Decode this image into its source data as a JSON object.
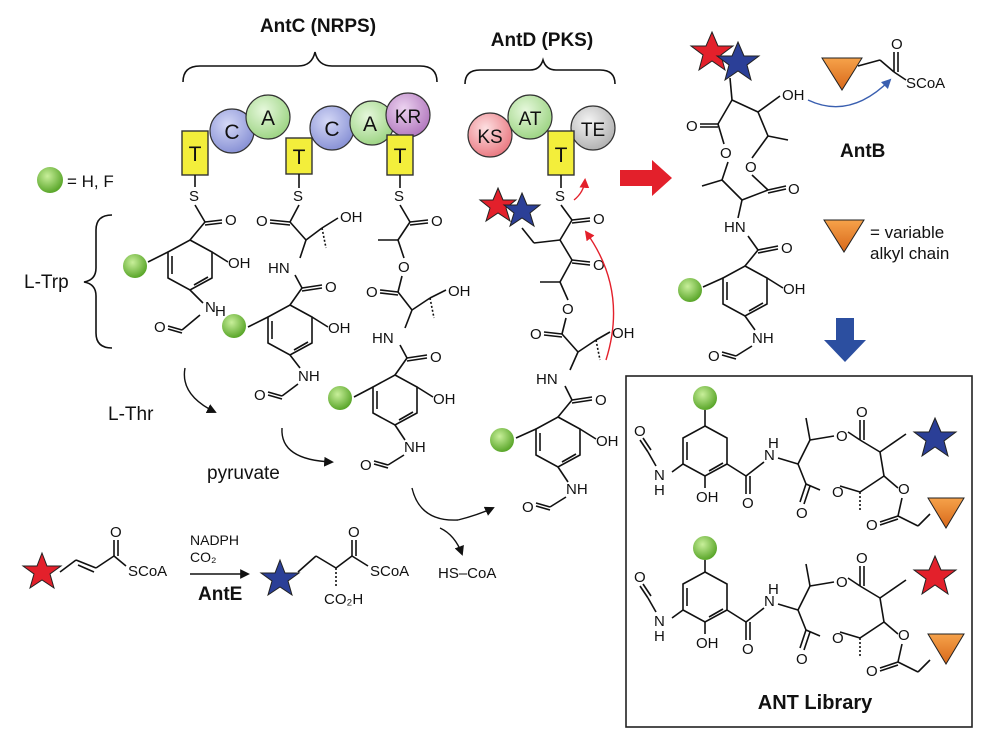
{
  "headings": {
    "antc": "AntC (NRPS)",
    "antd": "AntD (PKS)",
    "antb": "AntB",
    "ante": "AntE",
    "library": "ANT Library"
  },
  "legend": {
    "green_dot": "= H, F",
    "triangle_line1": "= variable",
    "triangle_line2": "alkyl chain"
  },
  "domains": {
    "antc": [
      "T",
      "C",
      "A",
      "T",
      "C",
      "A",
      "KR",
      "T"
    ],
    "antd": [
      "KS",
      "AT",
      "T",
      "TE"
    ]
  },
  "substrates": {
    "trp": "L-Trp",
    "thr": "L-Thr",
    "pyr": "pyruvate",
    "hscoa": "HS–CoA"
  },
  "cofactors": {
    "nadph": "NADPH",
    "co2": "CO₂"
  },
  "atoms": {
    "S": "S",
    "O": "O",
    "OH": "OH",
    "HN": "HN",
    "NH": "NH",
    "N": "N",
    "H": "H",
    "SCoA": "SCoA",
    "CO2H": "CO₂H"
  },
  "colors": {
    "green": "#7bc142",
    "red_star": "#e3202b",
    "blue_star": "#2b3f97",
    "triangle": "#e8832a",
    "arrow_red": "#e3202b",
    "arrow_blue": "#2c4fa0",
    "curve_blue": "#3a5fb0",
    "domain_C": "#9aa3de",
    "domain_A": "#b9e3a4",
    "domain_KR": "#c99ad0",
    "domain_KS": "#f49aa0",
    "domain_TE": "#cccccc",
    "domain_T": "#f3ee3b"
  }
}
